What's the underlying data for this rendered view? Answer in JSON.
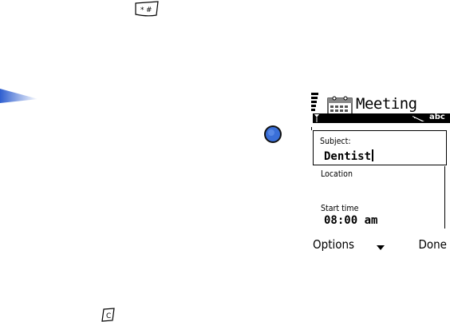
{
  "screen": {
    "title": "Meeting",
    "input_mode": "abc",
    "fields": {
      "subject_label": "Subject:",
      "subject_value": "Dentist",
      "location_label": "Location",
      "start_time_label": "Start time",
      "start_time_value": "08:00 am"
    },
    "softkeys": {
      "left": "Options",
      "right": "Done"
    }
  },
  "icons": {
    "hash_key": "hash-key-icon",
    "c_key": "clear-key-icon",
    "arrow": "pointer-arrow-icon",
    "nav": "navigation-key-icon",
    "calendar": "calendar-icon",
    "signal": "signal-strength-icon",
    "antenna": "antenna-icon",
    "pencil": "text-input-icon",
    "options_arrow": "chevron-down-icon"
  },
  "colors": {
    "nav_key": "#3a6fd8",
    "arrow_blue": "#2f5fd0",
    "status_bar": "#000000"
  }
}
